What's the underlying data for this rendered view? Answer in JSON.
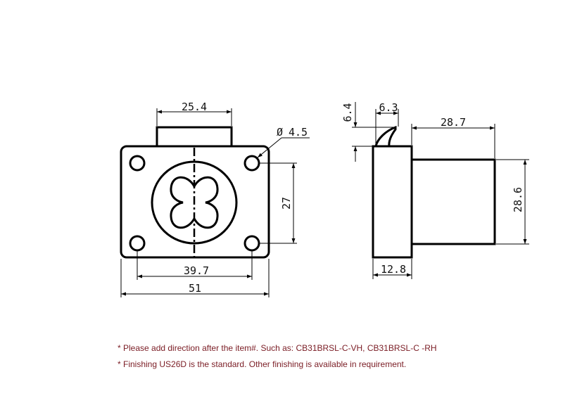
{
  "front_view": {
    "dim_top_width": "25.4",
    "dim_hole_diameter": "4.5",
    "diameter_symbol": "Ø",
    "dim_hole_vertical": "27",
    "dim_hole_horizontal": "39.7",
    "dim_overall_width": "51"
  },
  "side_view": {
    "dim_latch_height": "6.4",
    "dim_latch_width": "6.3",
    "dim_body_depth": "28.7",
    "dim_body_height": "28.6",
    "dim_plate_thickness": "12.8"
  },
  "notes": [
    "* Please add direction after the item#. Such as: CB31BRSL-C-VH, CB31BRSL-C -RH",
    "* Finishing US26D is the standard. Other finishing is available in requirement."
  ],
  "colors": {
    "line": "#000000",
    "note_text": "#7a1c24"
  }
}
